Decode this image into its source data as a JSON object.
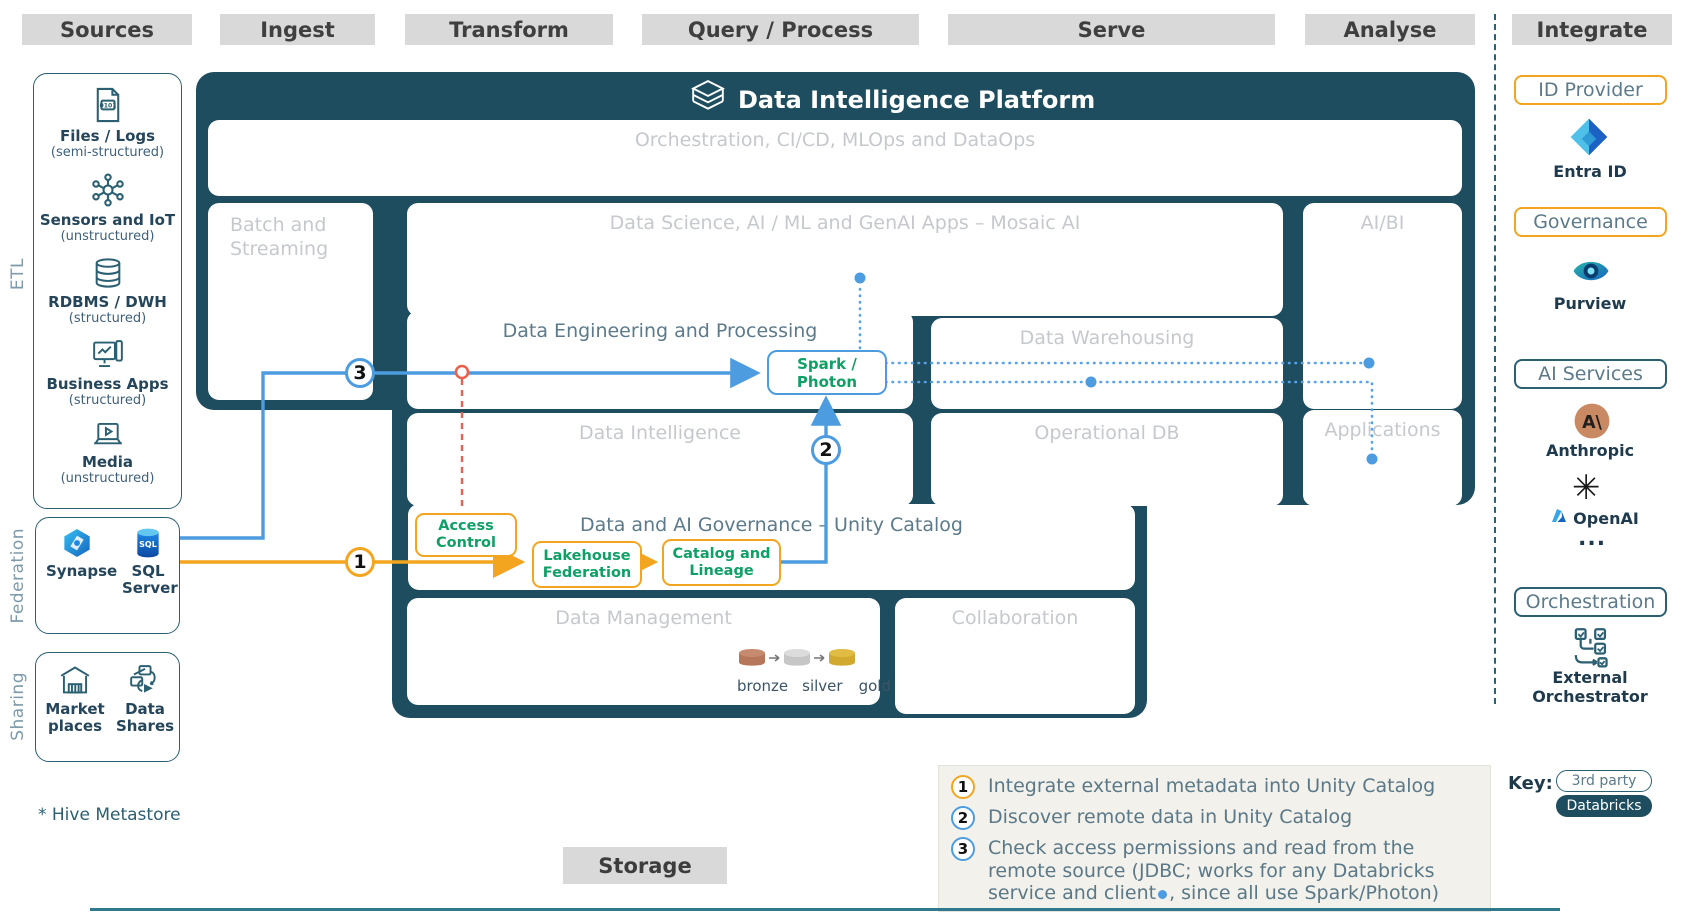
{
  "headers": [
    {
      "label": "Sources"
    },
    {
      "label": "Ingest"
    },
    {
      "label": "Transform"
    },
    {
      "label": "Query / Process"
    },
    {
      "label": "Serve"
    },
    {
      "label": "Analyse"
    },
    {
      "label": "Integrate"
    }
  ],
  "rails": {
    "etl": "ETL",
    "federation": "Federation",
    "sharing": "Sharing"
  },
  "sources": {
    "items": [
      {
        "name": "Files / Logs",
        "qualifier": "(semi-structured)",
        "icon": "file-code-icon"
      },
      {
        "name": "Sensors and IoT",
        "qualifier": "(unstructured)",
        "icon": "iot-network-icon"
      },
      {
        "name": "RDBMS / DWH",
        "qualifier": "(structured)",
        "icon": "database-icon"
      },
      {
        "name": "Business Apps",
        "qualifier": "(structured)",
        "icon": "monitor-chart-icon"
      },
      {
        "name": "Media",
        "qualifier": "(unstructured)",
        "icon": "media-player-icon"
      }
    ]
  },
  "federation": {
    "items": [
      {
        "name": "Synapse",
        "icon": "synapse-icon"
      },
      {
        "name": "SQL Server",
        "icon": "sql-server-icon"
      }
    ]
  },
  "sharing": {
    "items": [
      {
        "name": "Market places",
        "icon": "marketplace-icon"
      },
      {
        "name": "Data Shares",
        "icon": "data-shares-icon"
      }
    ]
  },
  "footnote": "* Hive Metastore",
  "storage_label": "Storage",
  "platform": {
    "title": "Data Intelligence Platform",
    "orchestration": "Orchestration, CI/CD, MLOps and DataOps",
    "batch_streaming": "Batch and Streaming",
    "data_science": "Data Science, AI / ML and GenAI Apps – Mosaic AI",
    "ai_bi": "AI/BI",
    "data_engineering": "Data Engineering and Processing",
    "spark_photon": "Spark / Photon",
    "data_warehousing": "Data Warehousing",
    "data_intelligence": "Data Intelligence",
    "operational_db": "Operational DB",
    "applications": "Applications",
    "governance": "Data and AI Governance – Unity Catalog",
    "access_control": "Access Control",
    "lakehouse_federation": "Lakehouse Federation",
    "catalog_lineage": "Catalog and Lineage",
    "data_management": "Data Management",
    "collaboration": "Collaboration",
    "medallion": [
      {
        "name": "bronze",
        "color": "#B5765A"
      },
      {
        "name": "silver",
        "color": "#C9C9C9"
      },
      {
        "name": "gold",
        "color": "#D1A92E"
      }
    ]
  },
  "flow_markers": {
    "one": "1",
    "two": "2",
    "three": "3"
  },
  "integrate": {
    "id_provider_title": "ID Provider",
    "entra": "Entra ID",
    "governance_title": "Governance",
    "purview": "Purview",
    "ai_services_title": "AI Services",
    "anthropic": "Anthropic",
    "openai": "OpenAI",
    "ellipsis": "...",
    "orchestration_title": "Orchestration",
    "external_orchestrator": "External Orchestrator"
  },
  "legend": {
    "items": [
      {
        "num": "1",
        "text": "Integrate external metadata into Unity Catalog"
      },
      {
        "num": "2",
        "text": "Discover remote data in Unity Catalog"
      },
      {
        "num": "3",
        "before": "Check access permissions and read from the remote source (JDBC; works for any Databricks service and client",
        "after": ", since all use Spark/Photon)"
      }
    ]
  },
  "key": {
    "label": "Key:",
    "third_party": "3rd party",
    "databricks": "Databricks"
  },
  "colors": {
    "platform_teal": "#1D4D5E",
    "accent_orange": "#F3A51F",
    "accent_blue": "#4D9CE0",
    "accent_green": "#0FA066",
    "accent_red": "#EC604E",
    "muted_gray": "#C5C9CD",
    "slate": "#5C7A89"
  }
}
